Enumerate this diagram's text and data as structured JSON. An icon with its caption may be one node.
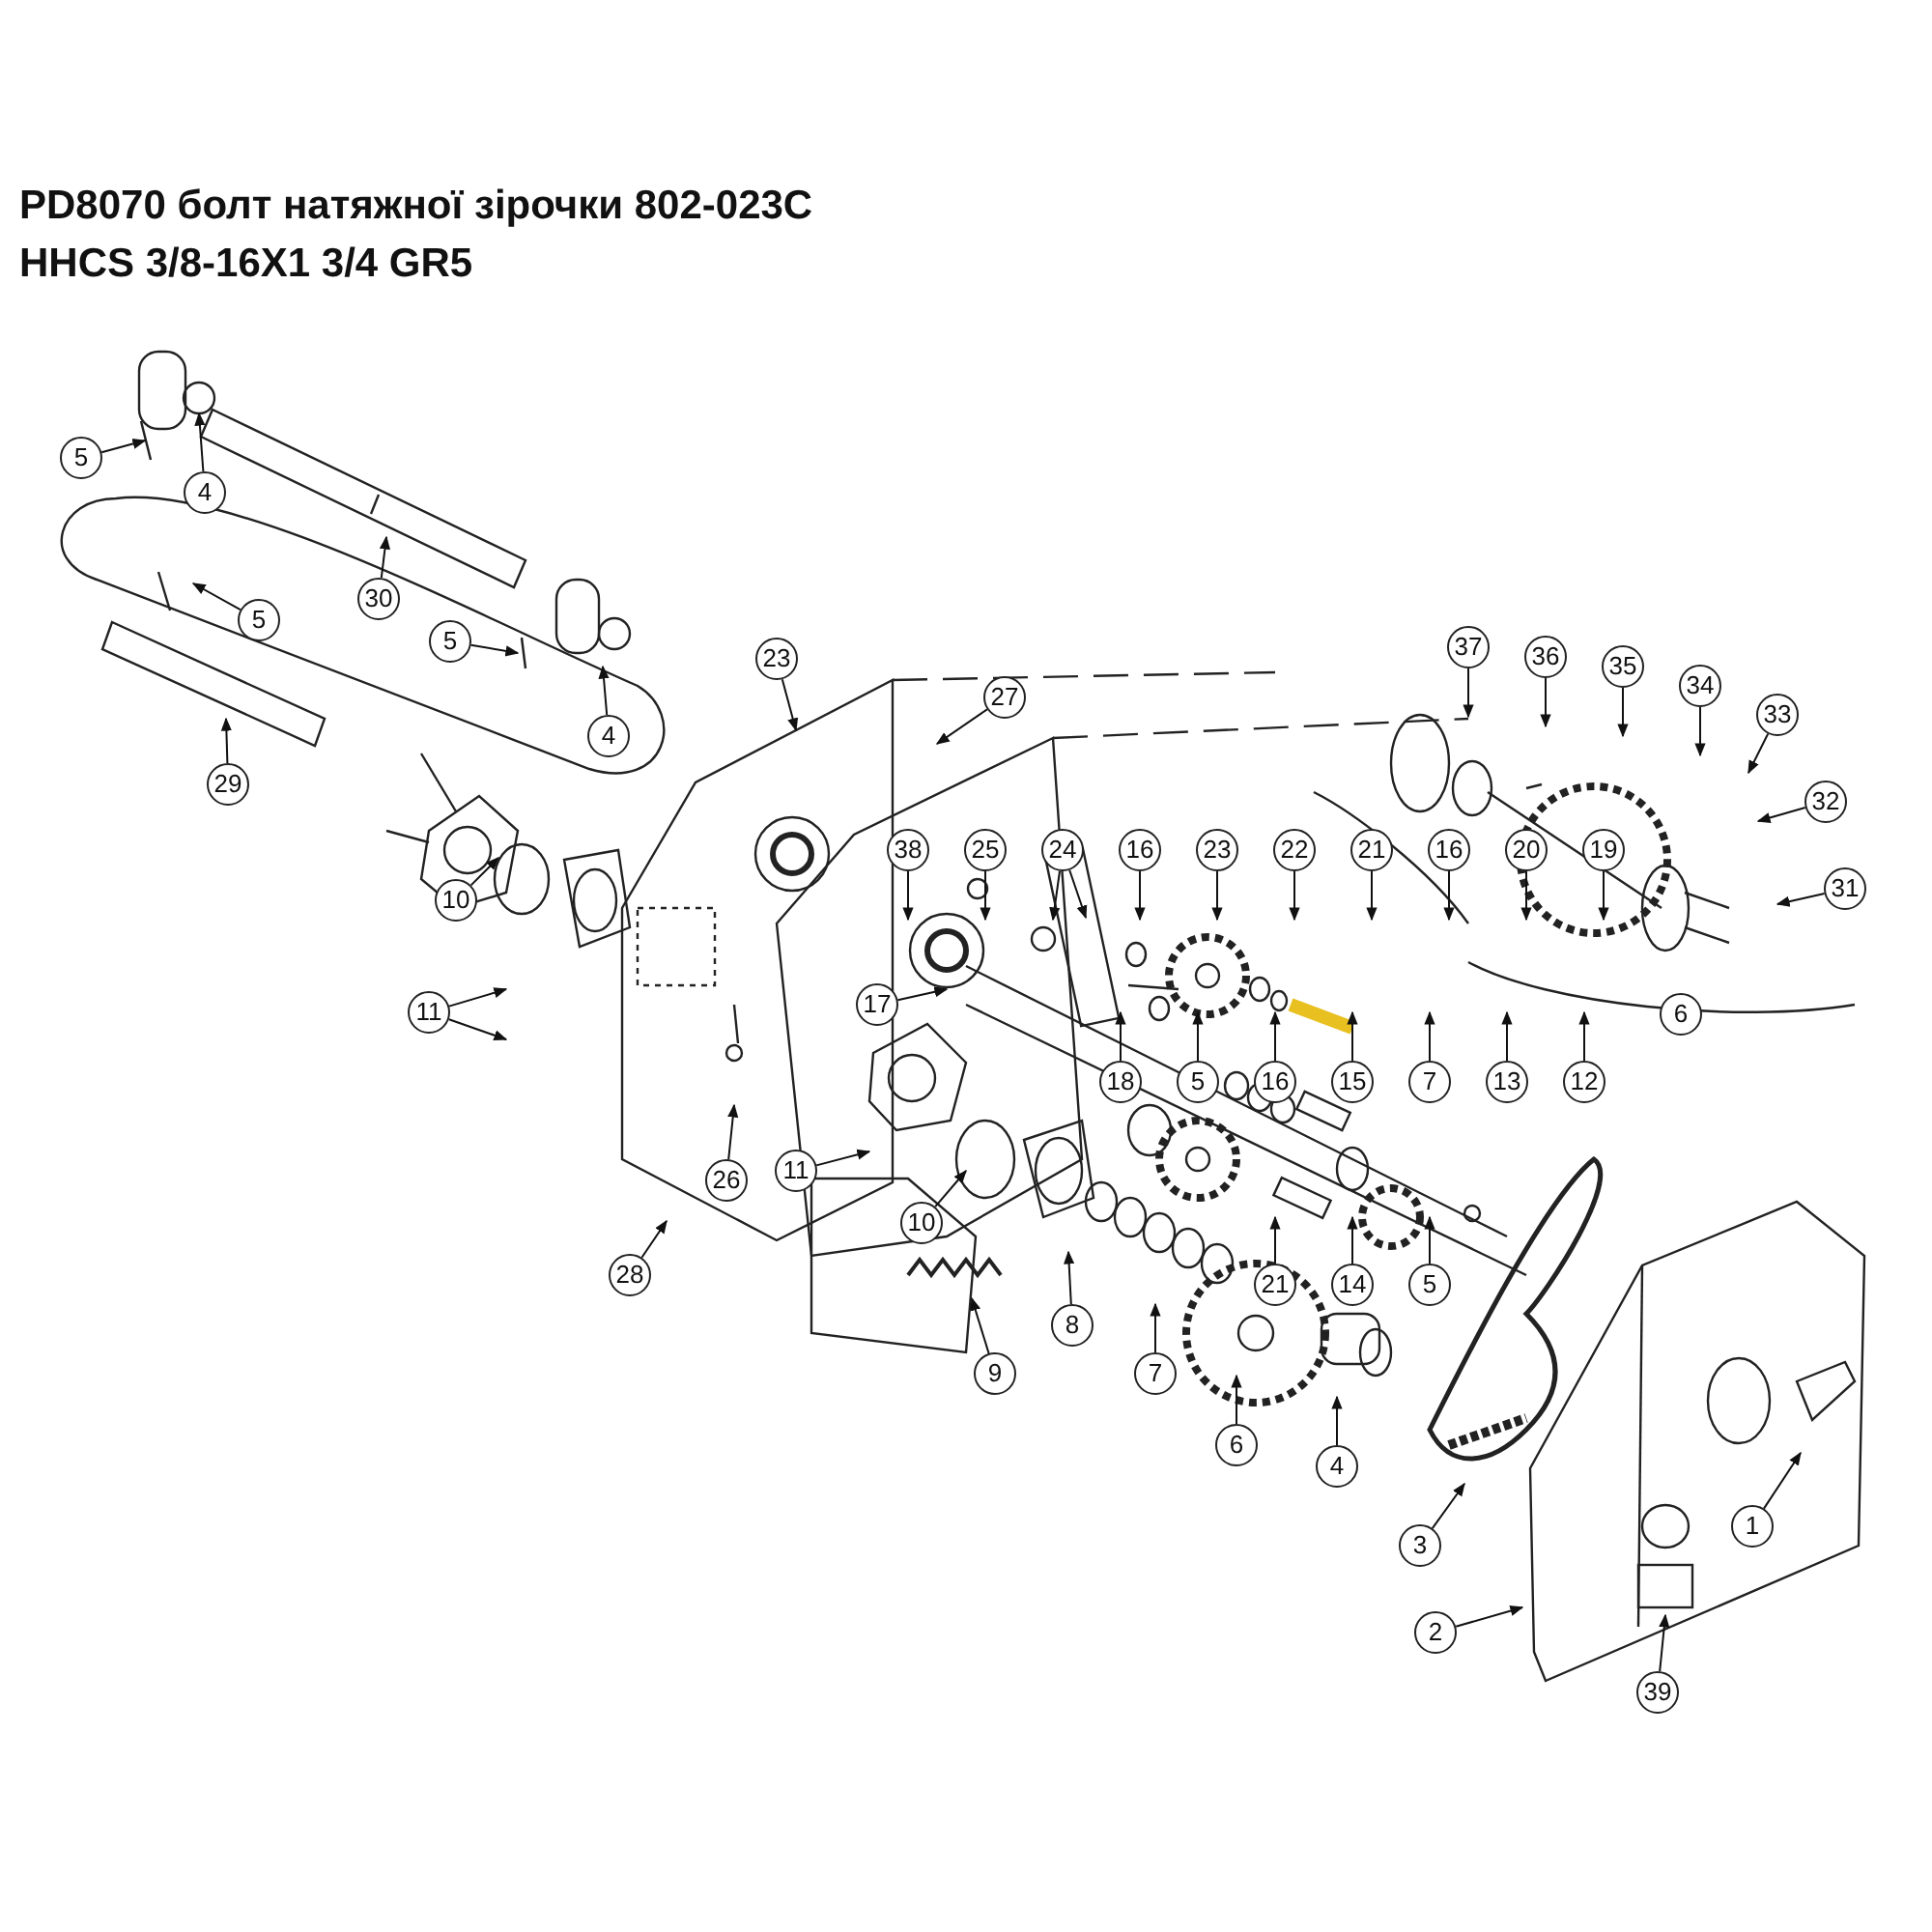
{
  "diagram": {
    "title": "PD8070 болт натяжної зірочки 802-023C HHCS 3/8-16X1 3/4 GR5",
    "nodes": [
      {
        "text": [
          "5"
        ]
      },
      {
        "text": [
          "4"
        ]
      },
      {
        "text": [
          "30"
        ]
      },
      {
        "text": [
          "5"
        ]
      },
      {
        "text": [
          "5"
        ]
      },
      {
        "text": [
          "4"
        ]
      },
      {
        "text": [
          "29"
        ]
      },
      {
        "text": [
          "23"
        ]
      },
      {
        "text": [
          "27"
        ]
      },
      {
        "text": [
          "37"
        ]
      },
      {
        "text": [
          "36"
        ]
      },
      {
        "text": [
          "35"
        ]
      },
      {
        "text": [
          "34"
        ]
      },
      {
        "text": [
          "33"
        ]
      },
      {
        "text": [
          "16"
        ]
      },
      {
        "text": [
          "24"
        ]
      },
      {
        "text": [
          "25"
        ]
      },
      {
        "text": [
          "38"
        ]
      },
      {
        "text": [
          "23"
        ]
      },
      {
        "text": [
          "22"
        ]
      },
      {
        "text": [
          "32"
        ]
      },
      {
        "text": [
          "21"
        ]
      },
      {
        "text": [
          "16"
        ]
      },
      {
        "text": [
          "31"
        ]
      },
      {
        "text": [
          "20"
        ]
      },
      {
        "text": [
          "6"
        ]
      },
      {
        "text": [
          "10"
        ]
      },
      {
        "text": [
          "19"
        ]
      },
      {
        "text": [
          "11"
        ]
      },
      {
        "text": [
          "17"
        ]
      },
      {
        "text": [
          "5"
        ]
      },
      {
        "text": [
          "16"
        ]
      },
      {
        "text": [
          "18"
        ]
      },
      {
        "text": [
          "15"
        ]
      },
      {
        "text": [
          "7"
        ]
      },
      {
        "text": [
          "13"
        ]
      },
      {
        "text": [
          "12"
        ]
      },
      {
        "text": [
          "11"
        ]
      },
      {
        "text": [
          "21"
        ]
      },
      {
        "text": [
          "26"
        ]
      },
      {
        "text": [
          "10"
        ]
      },
      {
        "text": [
          "14"
        ]
      },
      {
        "text": [
          "5"
        ]
      },
      {
        "text": [
          "28"
        ]
      },
      {
        "text": [
          "8"
        ]
      },
      {
        "text": [
          "9"
        ]
      },
      {
        "text": [
          "7"
        ]
      },
      {
        "text": [
          "6"
        ]
      },
      {
        "text": [
          "4"
        ]
      },
      {
        "text": [
          "1"
        ]
      },
      {
        "text": [
          "3"
        ]
      },
      {
        "text": [
          "2"
        ]
      },
      {
        "text": [
          "39"
        ]
      }
    ],
    "edges": [
      {
        "from": 0,
        "to": null,
        "arrow": "to"
      },
      {
        "from": 1,
        "to": null,
        "arrow": "to"
      },
      {
        "from": 2,
        "to": null,
        "arrow": "to"
      },
      {
        "from": 3,
        "to": null,
        "arrow": "to"
      },
      {
        "from": 4,
        "to": null,
        "arrow": "to"
      },
      {
        "from": 5,
        "to": null,
        "arrow": "to"
      },
      {
        "from": 6,
        "to": null,
        "arrow": "to"
      },
      {
        "from": 7,
        "to": null,
        "arrow": "to"
      },
      {
        "from": 8,
        "to": null,
        "arrow": "to"
      },
      {
        "from": 9,
        "to": null,
        "arrow": "to"
      },
      {
        "from": 10,
        "to": null,
        "arrow": "to"
      },
      {
        "from": 11,
        "to": null,
        "arrow": "to"
      },
      {
        "from": 12,
        "to": null,
        "arrow": "to"
      },
      {
        "from": 13,
        "to": null,
        "arrow": "to"
      },
      {
        "from": 14,
        "to": null,
        "arrow": "to"
      },
      {
        "from": 15,
        "to": null,
        "arrow": "to"
      },
      {
        "from": 15,
        "to": null,
        "arrow": "to"
      },
      {
        "from": 16,
        "to": null,
        "arrow": "to"
      },
      {
        "from": 17,
        "to": null,
        "arrow": "to"
      },
      {
        "from": 18,
        "to": null,
        "arrow": "to"
      },
      {
        "from": 19,
        "to": null,
        "arrow": "to"
      },
      {
        "from": 20,
        "to": null,
        "arrow": "to"
      },
      {
        "from": 21,
        "to": null,
        "arrow": "to"
      },
      {
        "from": 22,
        "to": null,
        "arrow": "to"
      },
      {
        "from": 23,
        "to": null,
        "arrow": "to"
      },
      {
        "from": 24,
        "to": null,
        "arrow": "to"
      },
      {
        "from": 26,
        "to": null,
        "arrow": "to"
      },
      {
        "from": 27,
        "to": null,
        "arrow": "to"
      },
      {
        "from": 28,
        "to": null,
        "arrow": "to"
      },
      {
        "from": 28,
        "to": null,
        "arrow": "to"
      },
      {
        "from": 29,
        "to": null,
        "arrow": "to"
      },
      {
        "from": 30,
        "to": null,
        "arrow": "to"
      },
      {
        "from": 31,
        "to": null,
        "arrow": "to"
      },
      {
        "from": 32,
        "to": null,
        "arrow": "to"
      },
      {
        "from": 33,
        "to": null,
        "arrow": "to"
      },
      {
        "from": 34,
        "to": null,
        "arrow": "to"
      },
      {
        "from": 35,
        "to": null,
        "arrow": "to"
      },
      {
        "from": 36,
        "to": null,
        "arrow": "to"
      },
      {
        "from": 37,
        "to": null,
        "arrow": "to"
      },
      {
        "from": 38,
        "to": null,
        "arrow": "to"
      },
      {
        "from": 39,
        "to": null,
        "arrow": "to"
      },
      {
        "from": 40,
        "to": null,
        "arrow": "to"
      },
      {
        "from": 41,
        "to": null,
        "arrow": "to"
      },
      {
        "from": 42,
        "to": null,
        "arrow": "to"
      },
      {
        "from": 43,
        "to": null,
        "arrow": "to"
      },
      {
        "from": 44,
        "to": null,
        "arrow": "to"
      },
      {
        "from": 45,
        "to": null,
        "arrow": "to"
      },
      {
        "from": 46,
        "to": null,
        "arrow": "to"
      },
      {
        "from": 47,
        "to": null,
        "arrow": "to"
      },
      {
        "from": 48,
        "to": null,
        "arrow": "to"
      },
      {
        "from": 49,
        "to": null,
        "arrow": "to"
      },
      {
        "from": 50,
        "to": null,
        "arrow": "to"
      },
      {
        "from": 51,
        "to": null,
        "arrow": "to"
      },
      {
        "from": 52,
        "to": null,
        "arrow": "to"
      }
    ]
  }
}
